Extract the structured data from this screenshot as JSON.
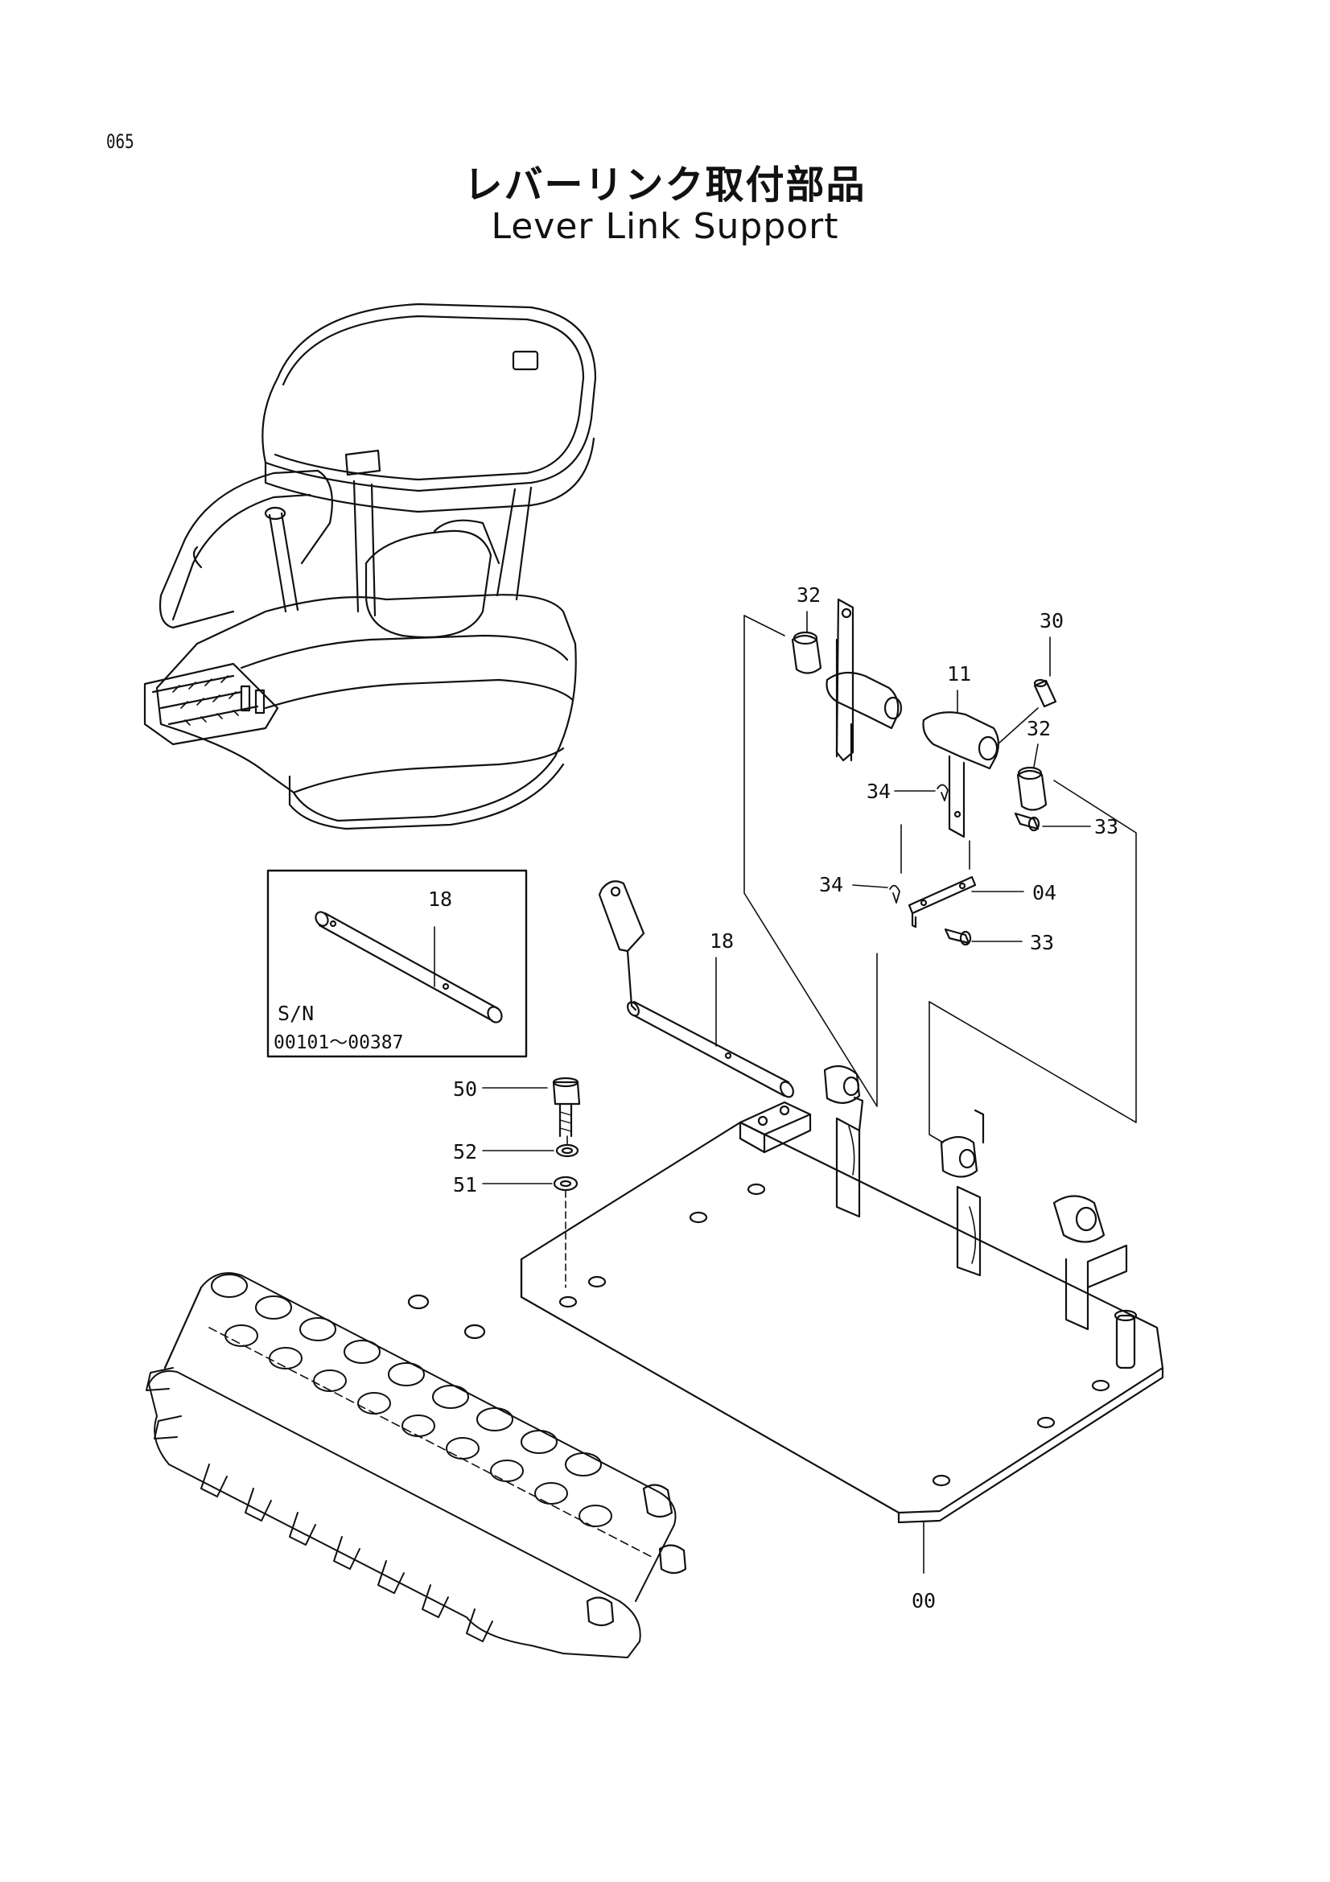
{
  "page_number": "065",
  "title_jp": "レバーリンク取付部品",
  "title_en": "Lever Link Support",
  "inset": {
    "part": "18",
    "serial_label": "S/N",
    "serial_range": "00101～00387"
  },
  "callouts": {
    "p32_top": "32",
    "p30": "30",
    "p11": "11",
    "p32_mid": "32",
    "p34_top": "34",
    "p33_top": "33",
    "p34_bottom": "34",
    "p04": "04",
    "p33_bottom": "33",
    "p18": "18",
    "p50": "50",
    "p52": "52",
    "p51": "51",
    "p00": "00"
  }
}
